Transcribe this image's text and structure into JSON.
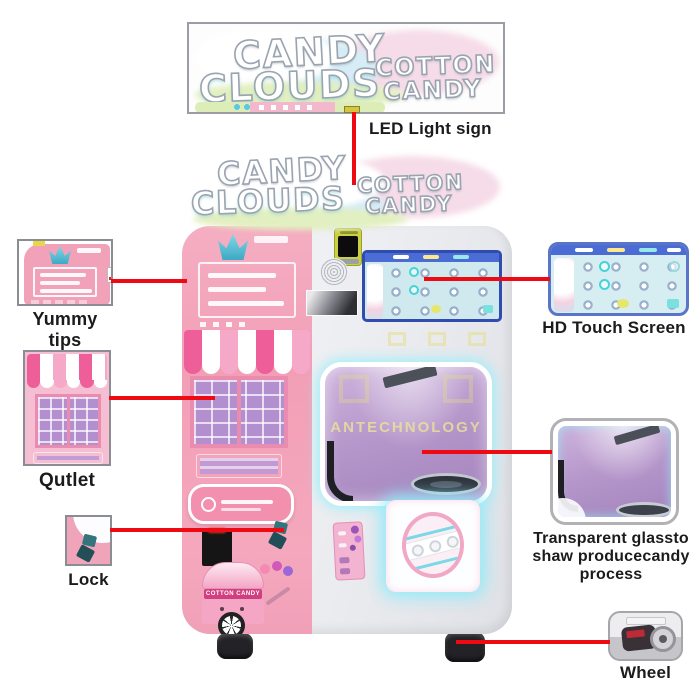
{
  "diagram": {
    "type": "product-callout-diagram",
    "subject": "Cotton candy clouds vending machine"
  },
  "led_sign": {
    "word_top_left": "CANDY",
    "word_bottom_left": "CLOUDS",
    "word_top_right": "COTTON",
    "word_bottom_right": "CANDY"
  },
  "machine": {
    "watermark": "ANTECHNOLOGY",
    "cart_label": "COTTON CANDY"
  },
  "callouts": {
    "led_light_sign": {
      "label": "LED Light sign"
    },
    "yummy_tips": {
      "label": "Yummy tips"
    },
    "hd_touch_screen": {
      "label": "HD Touch Screen"
    },
    "outlet": {
      "label": "Qutlet"
    },
    "lock": {
      "label": "Lock"
    },
    "transparent_glass": {
      "line1": "Transparent glassto",
      "line2": "shaw producecandy",
      "line3": "process"
    },
    "wheel": {
      "label": "Wheel"
    }
  },
  "colors": {
    "callout_line": "#ee0a12",
    "label_text": "#1b1b1b",
    "machine_pink": "#f2a3b8",
    "machine_body": "#ededf1",
    "screen_blue": "#2f4cae",
    "chamber_purple": "#b697cb",
    "glow_cyan": "#8cebfa",
    "scanner_yellow": "#cbd042",
    "awning_pink": "#ee5f9a"
  }
}
